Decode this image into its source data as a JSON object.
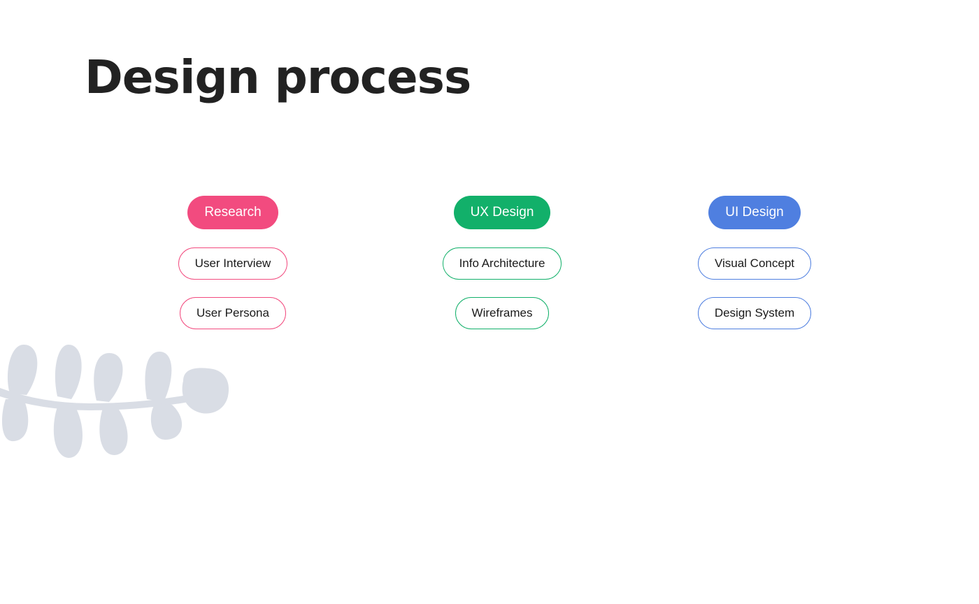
{
  "title": "Design process",
  "colors": {
    "research": "#f24b7f",
    "ux": "#12b06a",
    "ui": "#4f7fe0",
    "leaf": "#d9dde5",
    "title": "#222222"
  },
  "phases": [
    {
      "label": "Research",
      "steps": [
        "User Interview",
        "User Persona"
      ]
    },
    {
      "label": "UX Design",
      "steps": [
        "Info Architecture",
        "Wireframes"
      ]
    },
    {
      "label": "UI Design",
      "steps": [
        "Visual Concept",
        "Design System"
      ]
    }
  ],
  "decoration": {
    "icon": "leaf-branch-icon"
  }
}
